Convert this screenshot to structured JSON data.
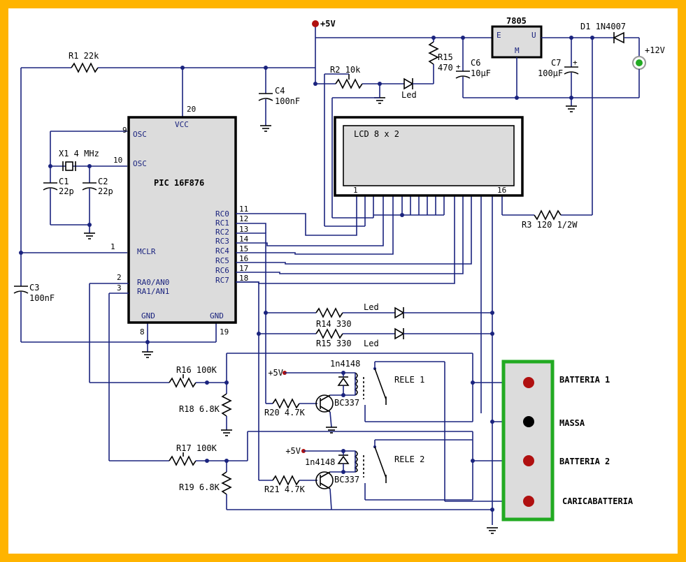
{
  "colors": {
    "wire": "#1a237e",
    "frame": "#ffb400",
    "panel": "#22aa22",
    "term_red": "#b01010",
    "term_black": "#000000"
  },
  "labels": {
    "v5": "+5V",
    "v12": "+12V",
    "reg": "7805",
    "reg_e": "E",
    "reg_u": "U",
    "reg_m": "M",
    "d1": "D1 1N4007",
    "r1": "R1 22k",
    "r2": "R2 10k",
    "r15a": "R15",
    "r15b": "470",
    "led_top": "Led",
    "c6a": "C6",
    "c6b": "10µF",
    "c7a": "C7",
    "c7b": "100µF",
    "c4a": "C4",
    "c4b": "100nF",
    "pin20": "20",
    "x1": "X1 4 MHz",
    "c1a": "C1",
    "c1b": "22p",
    "c2a": "C2",
    "c2b": "22p",
    "c3a": "C3",
    "c3b": "100nF",
    "lcd": "LCD 8 x 2",
    "lcd1": "1",
    "lcd16": "16",
    "r3": "R3 120 1/2W",
    "led1": "Led",
    "r14": "R14 330",
    "r15r": "R15 330",
    "led2": "Led",
    "r16": "R16 100K",
    "r18": "R18 6.8K",
    "r17": "R17 100K",
    "r19": "R19 6.8K",
    "r20": "R20 4.7K",
    "r21": "R21 4.7K",
    "bc1": "BC337",
    "bc2": "BC337",
    "d1n1": "1n4148",
    "d1n2": "1n4148",
    "rele1": "RELE 1",
    "rele2": "RELE 2",
    "v5a": "+5V",
    "v5b": "+5V"
  },
  "pic": {
    "name": "PIC 16F876",
    "vcc": "VCC",
    "osc1": "OSC",
    "osc2": "OSC",
    "mclr": "MCLR",
    "ra0": "RA0/AN0",
    "ra1": "RA1/AN1",
    "gnd1": "GND",
    "gnd2": "GND",
    "rc": [
      "RC0",
      "RC1",
      "RC2",
      "RC3",
      "RC4",
      "RC5",
      "RC6",
      "RC7"
    ],
    "rcpins": [
      "11",
      "12",
      "13",
      "14",
      "15",
      "16",
      "17",
      "18"
    ],
    "p9": "9",
    "p10": "10",
    "p1": "1",
    "p2": "2",
    "p3": "3",
    "p8": "8",
    "p19": "19"
  },
  "connector": {
    "labels": [
      "BATTERIA 1",
      "MASSA",
      "BATTERIA 2",
      "CARICABATTERIA"
    ]
  }
}
